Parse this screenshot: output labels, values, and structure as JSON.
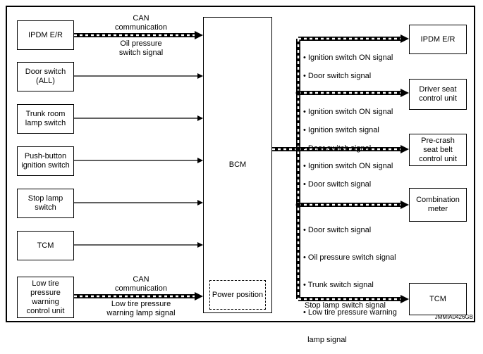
{
  "inputs": [
    {
      "id": "ipdm",
      "label": "IPDM E/R"
    },
    {
      "id": "door",
      "label": "Door switch\n(ALL)"
    },
    {
      "id": "trunk",
      "label": "Trunk room\nlamp switch"
    },
    {
      "id": "push",
      "label": "Push-button\nignition switch"
    },
    {
      "id": "stop",
      "label": "Stop lamp\nswitch"
    },
    {
      "id": "tcm",
      "label": "TCM"
    },
    {
      "id": "tire",
      "label": "Low tire\npressure\nwarning\ncontrol unit"
    }
  ],
  "bcm": {
    "label": "BCM",
    "power_position": "Power position"
  },
  "outputs": [
    {
      "id": "ipdm",
      "label": "IPDM E/R"
    },
    {
      "id": "driver",
      "label": "Driver seat\ncontrol unit"
    },
    {
      "id": "precrash",
      "label": "Pre-crash\nseat belt\ncontrol unit"
    },
    {
      "id": "combo",
      "label": "Combination\nmeter"
    },
    {
      "id": "tcm",
      "label": "TCM"
    }
  ],
  "left_signals": {
    "ipdm_can": "CAN\ncommunication",
    "ipdm_sig": "Oil pressure\nswitch signal",
    "tire_can": "CAN\ncommunication",
    "tire_sig": "Low tire pressure\nwarning lamp signal"
  },
  "right_signals": {
    "ipdm": [
      "• Ignition switch ON signal",
      "• Door switch signal"
    ],
    "driver": [
      "• Ignition switch ON signal",
      "• Ignition switch signal",
      "• Door switch signal"
    ],
    "precrash": [
      "• Ignition switch ON signal",
      "• Door switch signal"
    ],
    "combo": [
      "• Door switch signal",
      "• Oil pressure switch signal",
      "• Trunk switch signal",
      "• Low tire pressure warning",
      "  lamp signal"
    ],
    "tcm": "Stop lamp switch signal"
  },
  "figure_code": "JMMIA0426GB"
}
